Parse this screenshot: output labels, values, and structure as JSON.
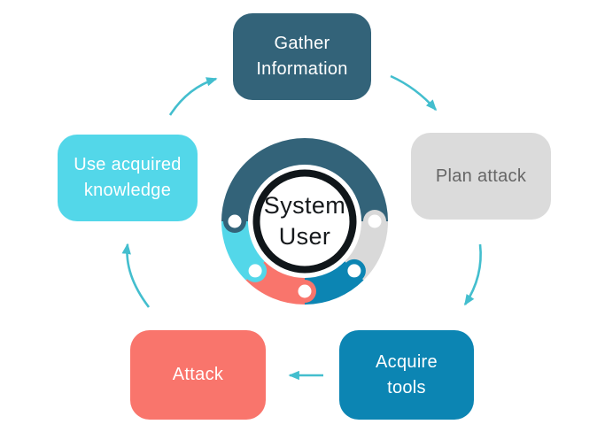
{
  "diagram": {
    "center": {
      "label": "System\nUser"
    },
    "nodes": [
      {
        "id": "gather-information",
        "label": "Gather\nInformation",
        "bg": "#336379",
        "fg": "#FFFFFF"
      },
      {
        "id": "plan-attack",
        "label": "Plan attack",
        "bg": "#DBDBDB",
        "fg": "#666666"
      },
      {
        "id": "acquire-tools",
        "label": "Acquire\ntools",
        "bg": "#0C85B3",
        "fg": "#FFFFFF"
      },
      {
        "id": "attack",
        "label": "Attack",
        "bg": "#F9756C",
        "fg": "#FFFFFF"
      },
      {
        "id": "use-acquired-knowledge",
        "label": "Use acquired\nknowledge",
        "bg": "#53D7E9",
        "fg": "#FFFFFF"
      }
    ],
    "arrows": [
      {
        "from": "use-acquired-knowledge",
        "to": "gather-information"
      },
      {
        "from": "gather-information",
        "to": "plan-attack"
      },
      {
        "from": "plan-attack",
        "to": "acquire-tools"
      },
      {
        "from": "acquire-tools",
        "to": "attack"
      },
      {
        "from": "attack",
        "to": "use-acquired-knowledge"
      }
    ],
    "ring_segments": [
      {
        "name": "teal-top",
        "color": "#336379"
      },
      {
        "name": "gray-right",
        "color": "#D9D9D9"
      },
      {
        "name": "blue-bottom-right",
        "color": "#0C85B3"
      },
      {
        "name": "red-bottom-left",
        "color": "#F9756C"
      },
      {
        "name": "cyan-left",
        "color": "#53D7E9"
      }
    ],
    "colors": {
      "ring_teal": "#336379",
      "ring_gray": "#D9D9D9",
      "ring_blue": "#0C85B3",
      "ring_red": "#F9756C",
      "ring_cyan": "#53D7E9",
      "ring_dark": "#10161A",
      "arrow": "#43BECE",
      "dot_white": "#FFFFFF",
      "center_bg": "#FFFFFF",
      "center_text": "#16191C",
      "page_bg": "#FFFFFF"
    }
  }
}
